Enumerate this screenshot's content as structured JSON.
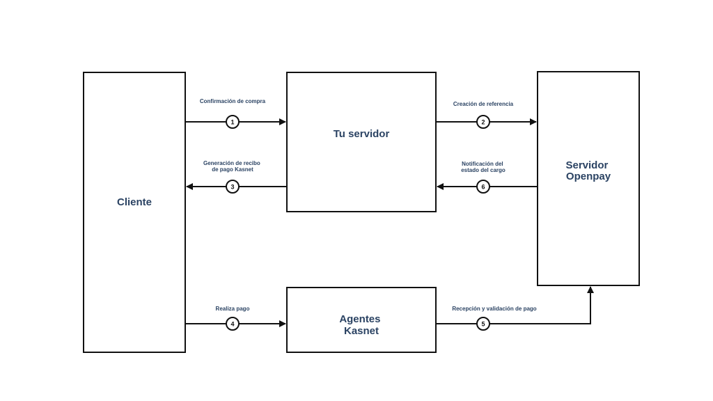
{
  "nodes": {
    "cliente": {
      "label": [
        "Cliente"
      ]
    },
    "tu_servidor": {
      "label": [
        "Tu servidor"
      ]
    },
    "servidor_openpay": {
      "label": [
        "Servidor",
        "Openpay"
      ]
    },
    "agentes_kasnet": {
      "label": [
        "Agentes",
        "Kasnet"
      ]
    }
  },
  "edges": [
    {
      "step": "1",
      "from": "cliente",
      "to": "tu_servidor",
      "label": [
        "Confirmación de compra"
      ]
    },
    {
      "step": "2",
      "from": "tu_servidor",
      "to": "servidor_openpay",
      "label": [
        "Creación de referencia"
      ]
    },
    {
      "step": "3",
      "from": "tu_servidor",
      "to": "cliente",
      "label": [
        "Generación de recibo",
        "de pago Kasnet"
      ]
    },
    {
      "step": "4",
      "from": "cliente",
      "to": "agentes_kasnet",
      "label": [
        "Realiza pago"
      ]
    },
    {
      "step": "5",
      "from": "agentes_kasnet",
      "to": "servidor_openpay",
      "label": [
        "Recepción y validación de pago"
      ]
    },
    {
      "step": "6",
      "from": "servidor_openpay",
      "to": "tu_servidor",
      "label": [
        "Notificación del",
        "estado del cargo"
      ]
    }
  ],
  "colors": {
    "label_text": "#2b4363",
    "stroke": "#111111",
    "background": "#ffffff"
  }
}
